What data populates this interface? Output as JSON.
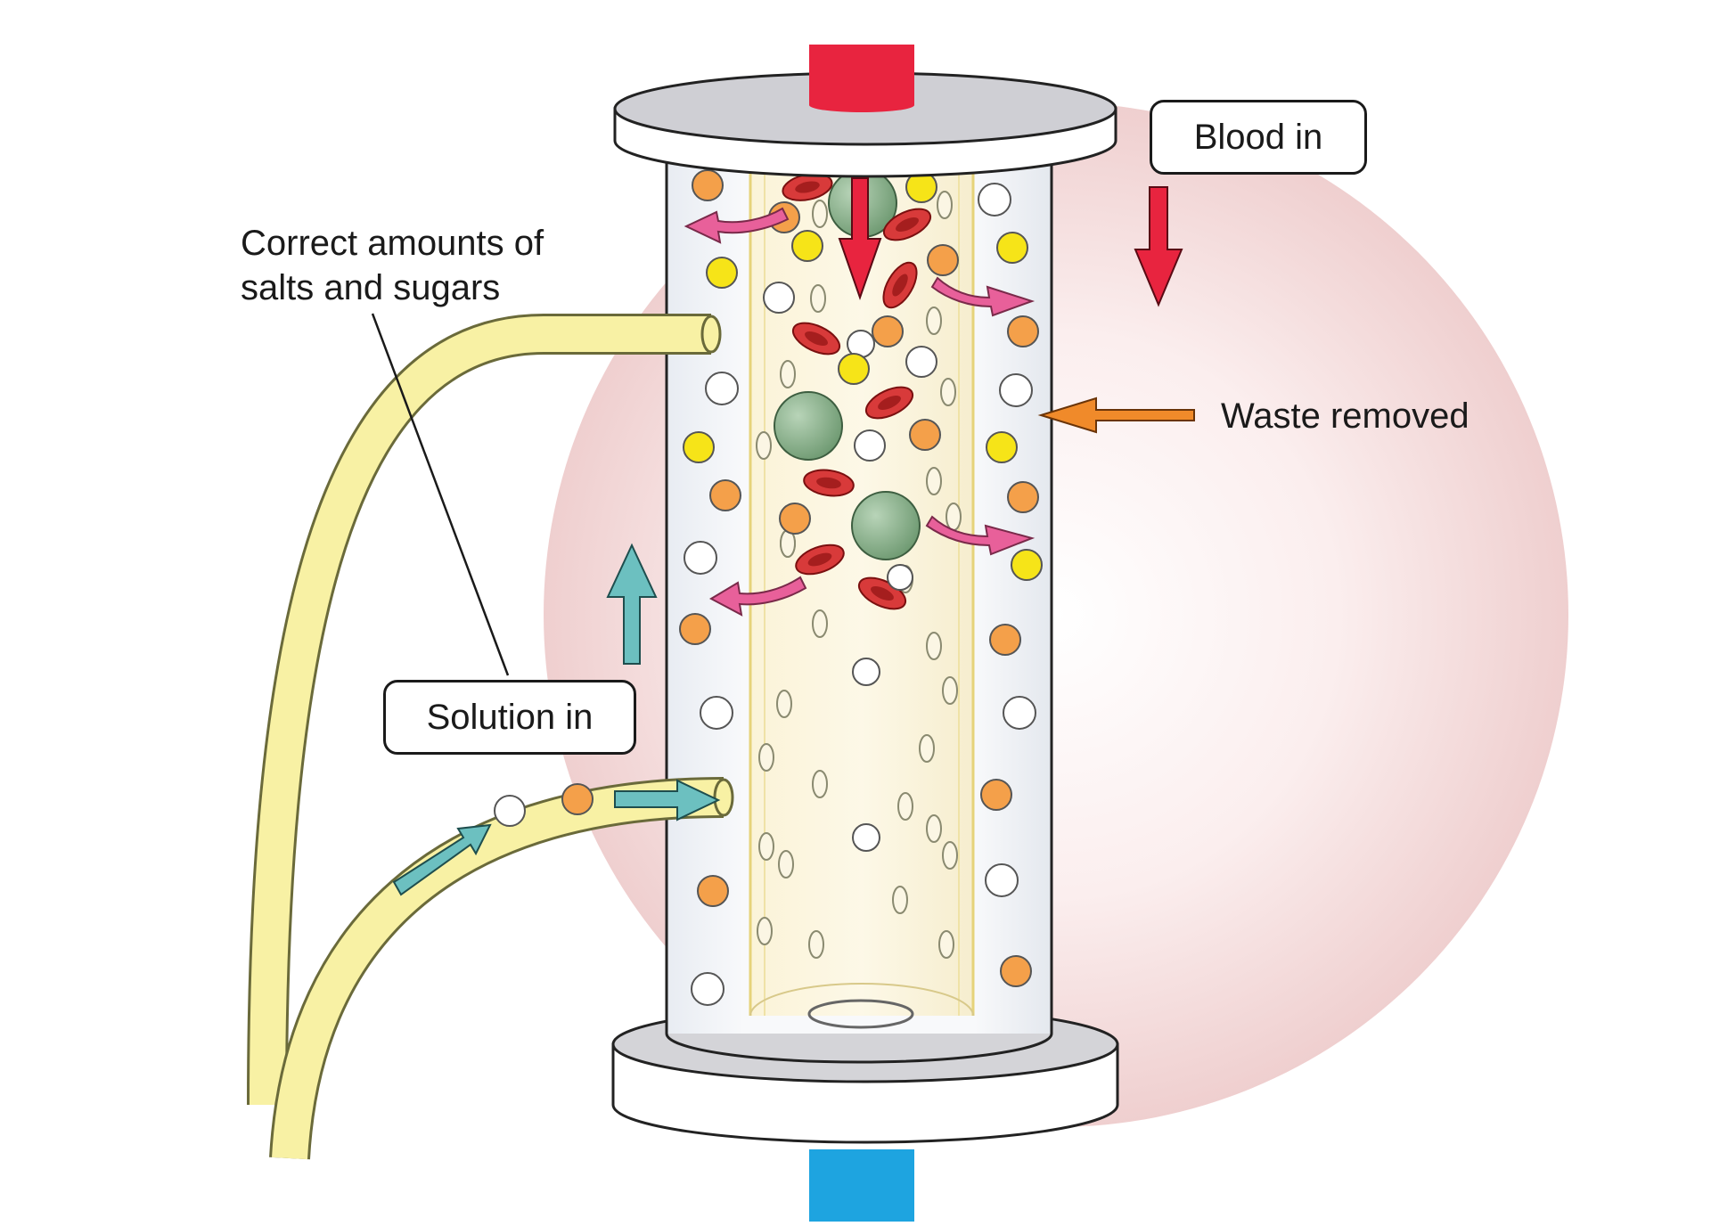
{
  "labels": {
    "blood_in": "Blood in",
    "correct_amounts_line1": "Correct amounts of",
    "correct_amounts_line2": "salts and sugars",
    "waste_removed": "Waste removed",
    "solution_in": "Solution in"
  },
  "colors": {
    "background_glow": "#f2d6d6",
    "blood_inlet": "#e8243f",
    "blood_outlet": "#1ea4e0",
    "tube": "#f8f1a4",
    "tube_outline": "#6a6a3a",
    "red_cell": "#d83a3a",
    "white_cell": "#7fa77f",
    "salt": "#f6e418",
    "sugar": "#f4a04a",
    "water": "#ffffff",
    "waste_arrow": "#f08a2a",
    "diffusion_arrow": "#e8609a",
    "solution_arrow": "#6cc0c0"
  }
}
